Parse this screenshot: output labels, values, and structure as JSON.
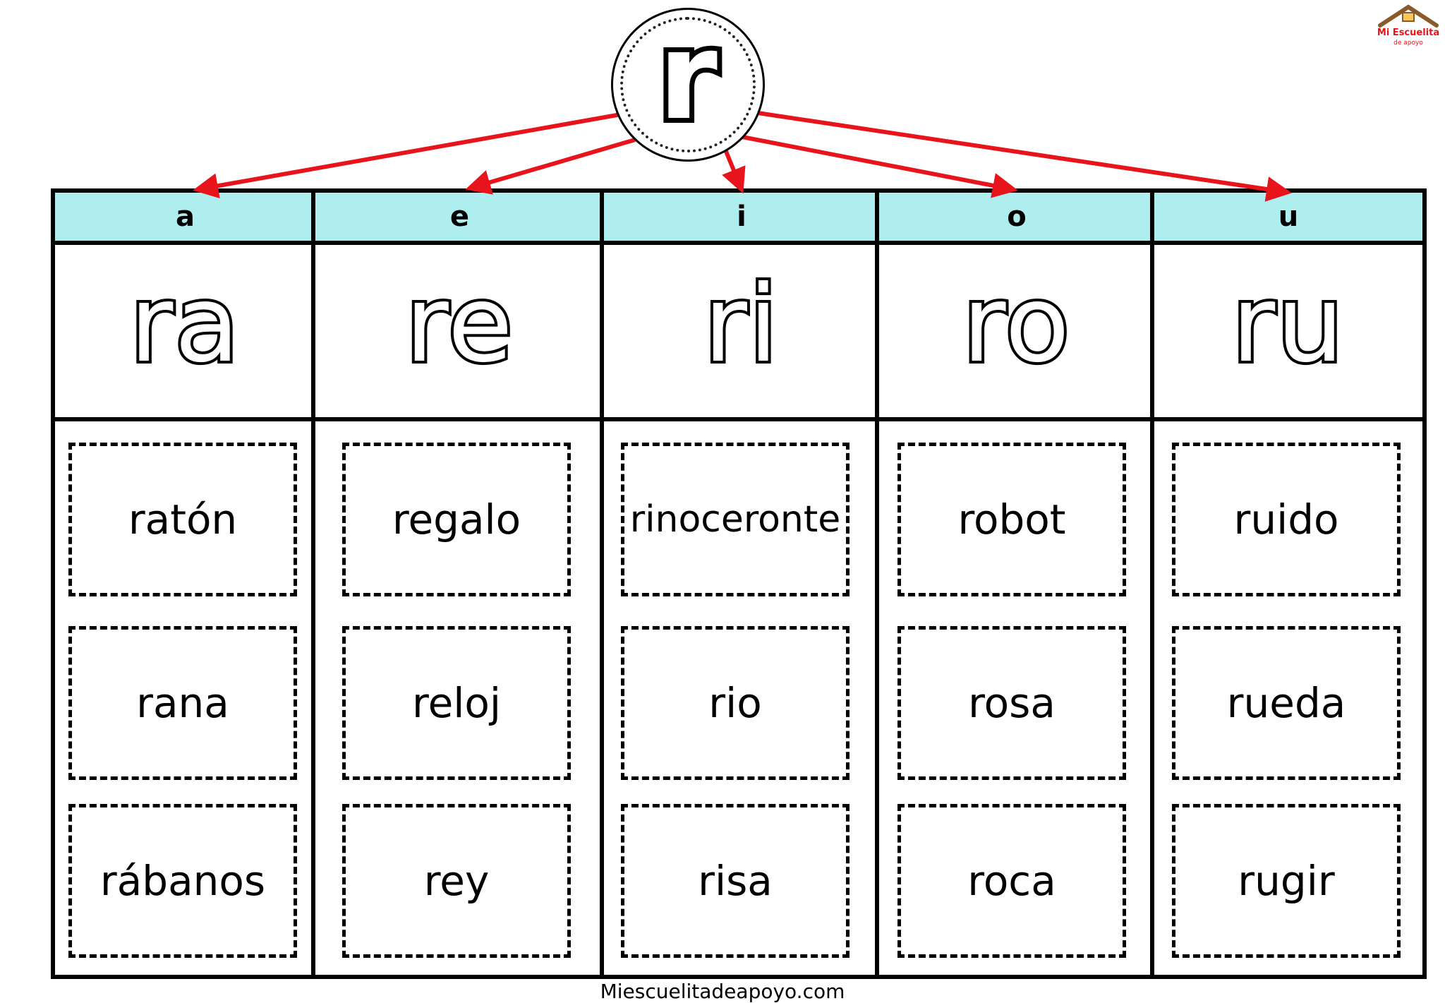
{
  "letter": "r",
  "logo": {
    "text": "Mi Escuelita",
    "subtext": "de apoyo"
  },
  "columns": [
    {
      "vowel": "a",
      "syllable": "ra",
      "words": [
        "ratón",
        "rana",
        "rábanos"
      ]
    },
    {
      "vowel": "e",
      "syllable": "re",
      "words": [
        "regalo",
        "reloj",
        "rey"
      ]
    },
    {
      "vowel": "i",
      "syllable": "ri",
      "words": [
        "rinoceronte",
        "rio",
        "risa"
      ]
    },
    {
      "vowel": "o",
      "syllable": "ro",
      "words": [
        "robot",
        "rosa",
        "roca"
      ]
    },
    {
      "vowel": "u",
      "syllable": "ru",
      "words": [
        "ruido",
        "rueda",
        "rugir"
      ]
    }
  ],
  "footer": "Miescuelitadeapoyo.com",
  "colors": {
    "header_bg": "#aeeeee",
    "arrow": "#e8141c",
    "border": "#000000"
  }
}
